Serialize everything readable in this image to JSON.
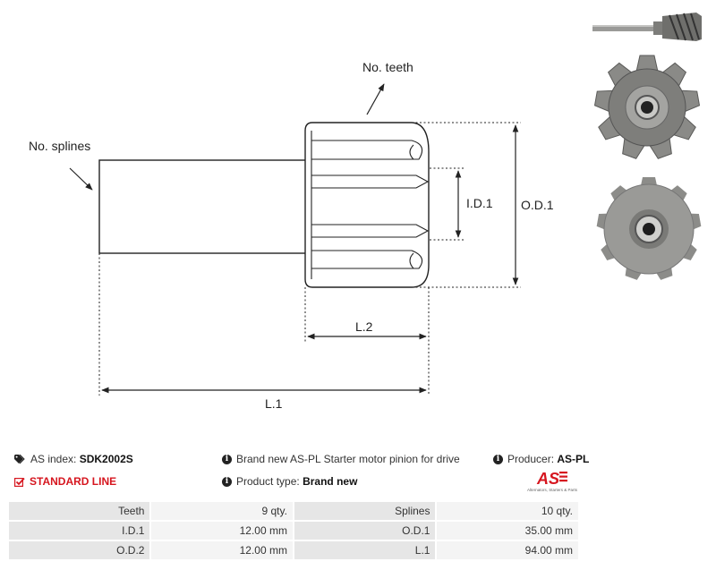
{
  "drawing": {
    "label_teeth": "No. teeth",
    "label_splines": "No. splines",
    "label_id1": "I.D.1",
    "label_od1": "O.D.1",
    "label_l2": "L.2",
    "label_l1": "L.1"
  },
  "info": {
    "as_index_label": "AS index:",
    "as_index_value": "SDK2002S",
    "line": "STANDARD LINE",
    "description": "Brand new AS-PL Starter motor pinion for drive",
    "product_type_label": "Product type:",
    "product_type_value": "Brand new",
    "producer_label": "Producer:",
    "producer_value": "AS-PL"
  },
  "logo": {
    "mark": "AS",
    "tagline": "Alternators, Starters & Parts"
  },
  "specs": [
    {
      "label1": "Teeth",
      "value1": "9 qty.",
      "label2": "Splines",
      "value2": "10 qty."
    },
    {
      "label1": "I.D.1",
      "value1": "12.00 mm",
      "label2": "O.D.1",
      "value2": "35.00 mm"
    },
    {
      "label1": "O.D.2",
      "value1": "12.00 mm",
      "label2": "L.1",
      "value2": "94.00 mm"
    }
  ],
  "colors": {
    "accent_red": "#d6161f",
    "label_cell": "#e6e6e6",
    "value_cell": "#f4f4f4",
    "gear_metal": "#8a8a87"
  },
  "icons": {
    "tag": "tag-icon",
    "check": "checkbox-icon",
    "info": "info-icon"
  }
}
